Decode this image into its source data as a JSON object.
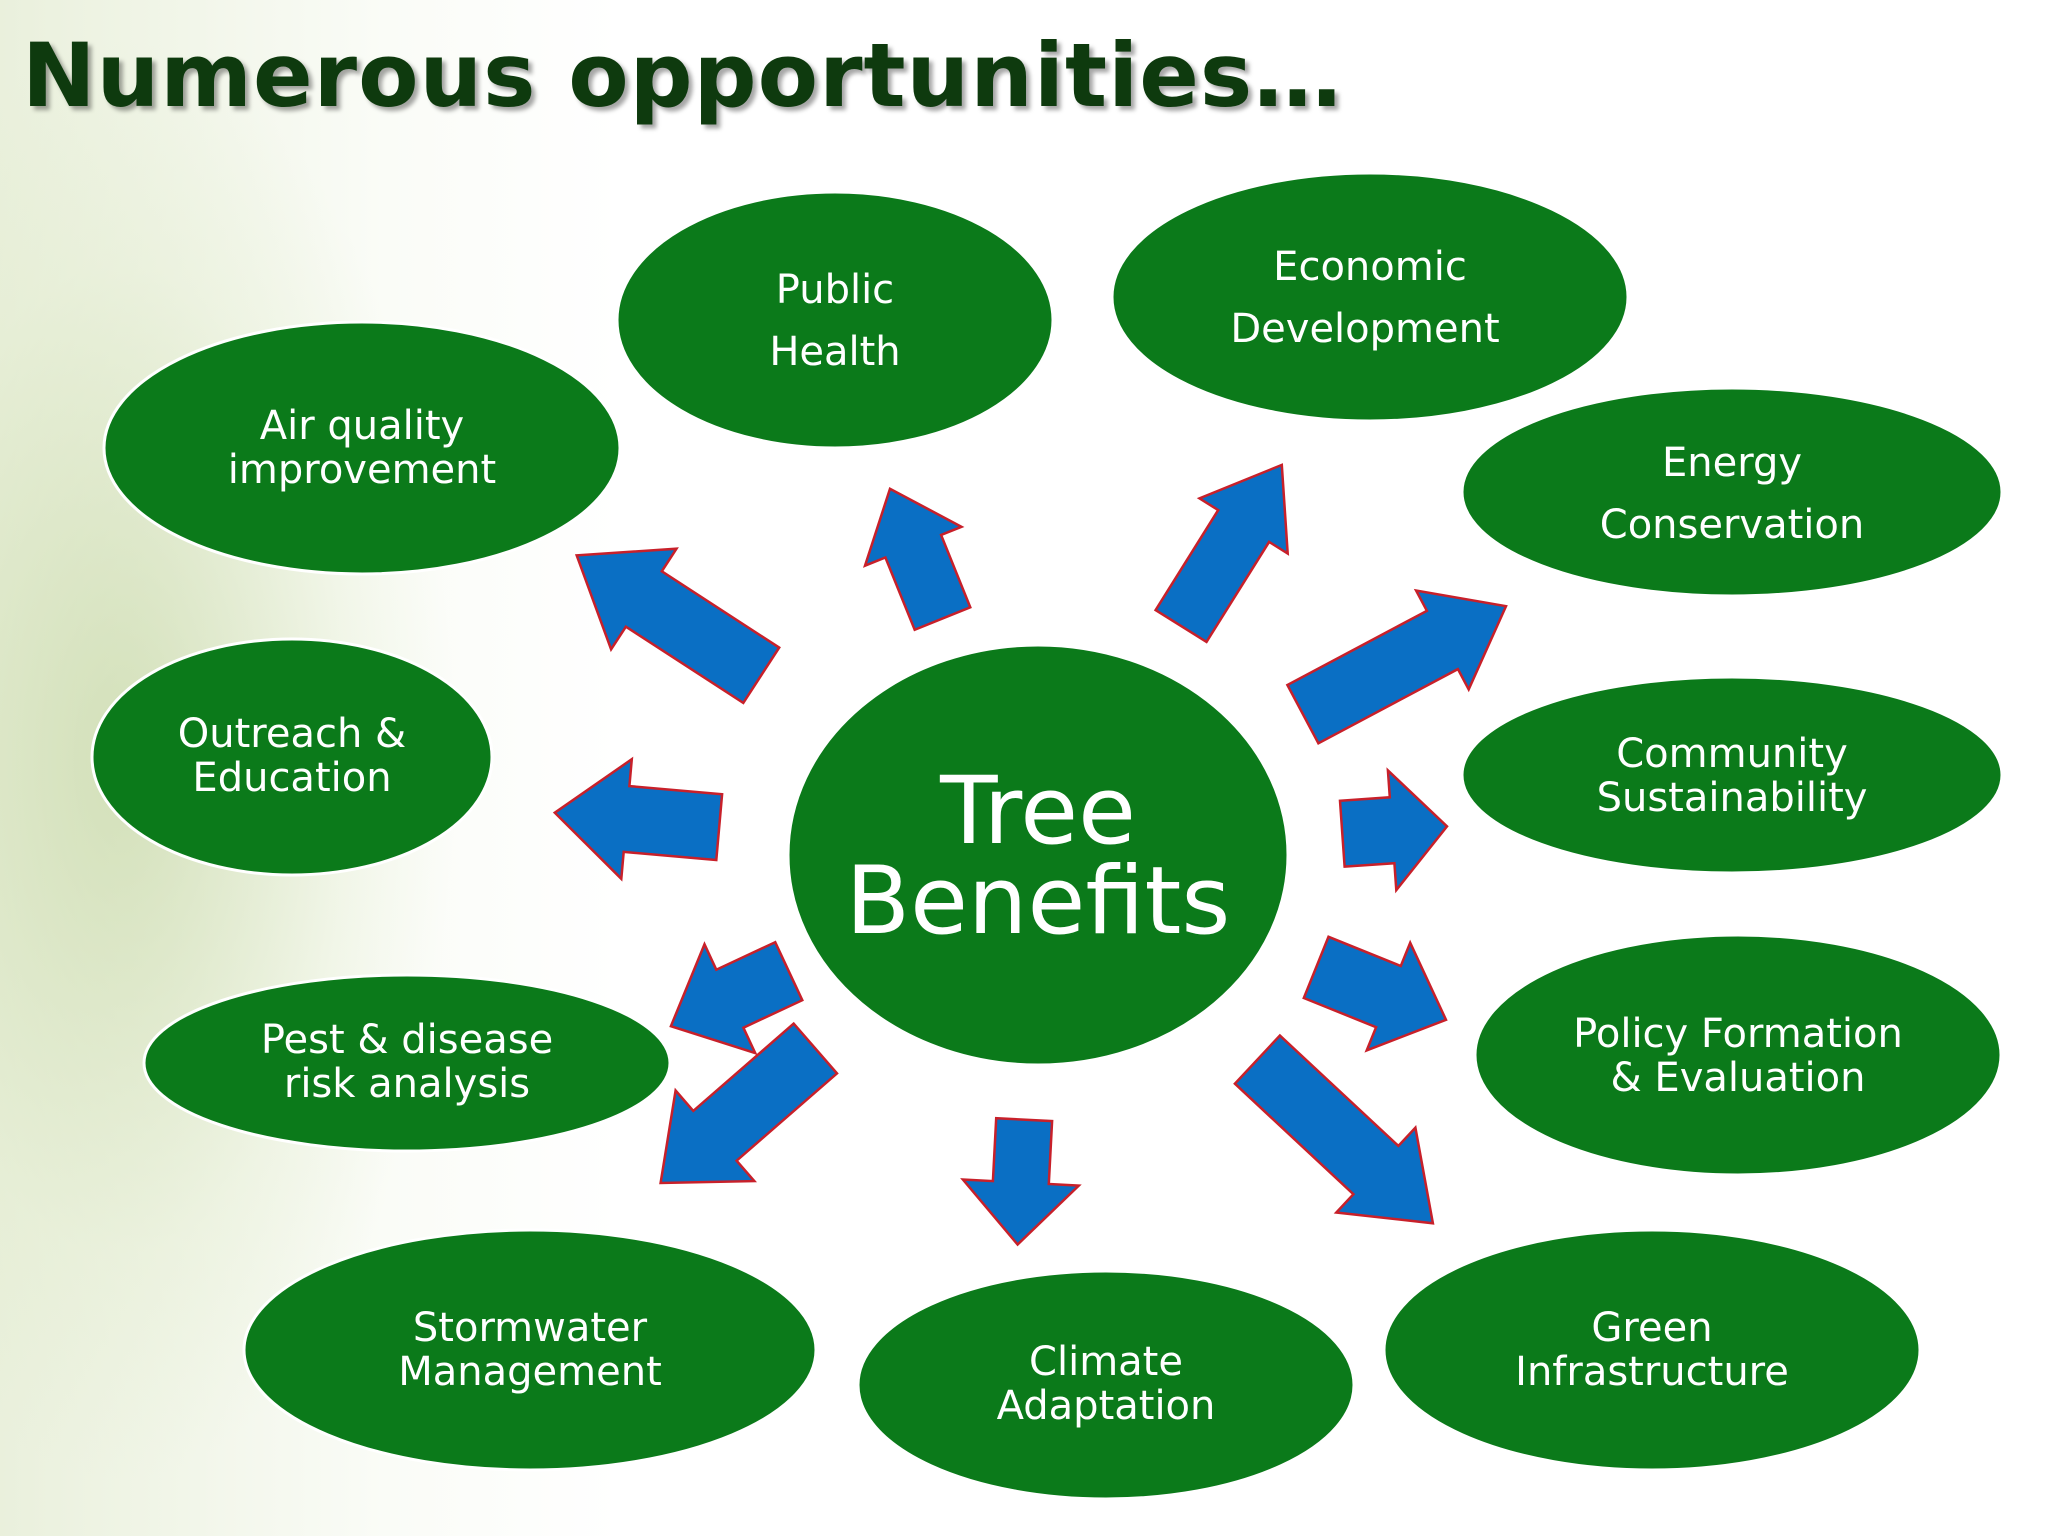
{
  "title": "Numerous opportunities…",
  "center": {
    "lines": [
      "Tree",
      "Benefits"
    ]
  },
  "nodes": [
    {
      "id": "public-health",
      "lines": [
        "Public",
        "Health"
      ]
    },
    {
      "id": "economic-development",
      "lines": [
        "Economic",
        "Development"
      ]
    },
    {
      "id": "energy-conservation",
      "lines": [
        "Energy",
        "Conservation"
      ]
    },
    {
      "id": "community-sustainability",
      "lines": [
        "Community",
        "Sustainability"
      ]
    },
    {
      "id": "policy-formation",
      "lines": [
        "Policy Formation",
        "& Evaluation"
      ]
    },
    {
      "id": "green-infrastructure",
      "lines": [
        "Green",
        "Infrastructure"
      ]
    },
    {
      "id": "climate-adaptation",
      "lines": [
        "Climate",
        "Adaptation"
      ]
    },
    {
      "id": "stormwater-management",
      "lines": [
        "Stormwater",
        "Management"
      ]
    },
    {
      "id": "pest-disease",
      "lines": [
        "Pest & disease",
        "risk analysis"
      ]
    },
    {
      "id": "outreach-education",
      "lines": [
        "Outreach &",
        "Education"
      ]
    },
    {
      "id": "air-quality",
      "lines": [
        "Air quality",
        "improvement"
      ]
    }
  ],
  "colors": {
    "node_fill": "#0b7a1a",
    "arrow_fill": "#0a6fc4",
    "arrow_stroke": "#c8202a",
    "title": "#0e3a0e"
  }
}
